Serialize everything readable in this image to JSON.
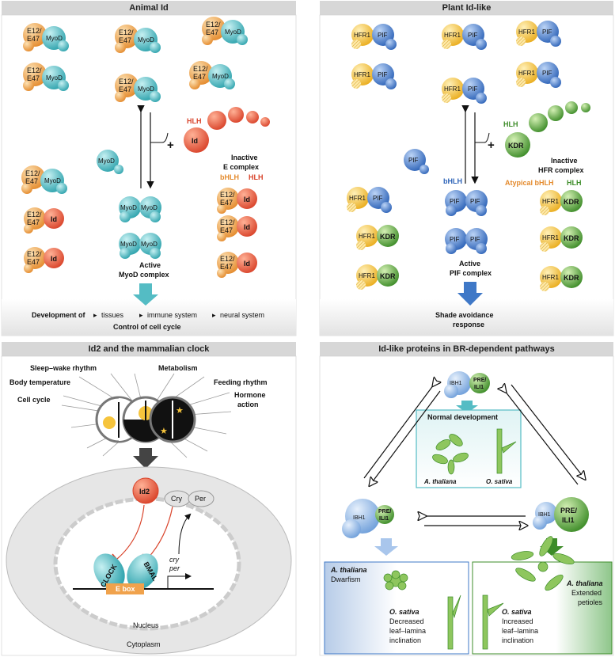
{
  "panels": {
    "animal": {
      "title": "Animal Id",
      "hlh": "HLH",
      "id": "Id",
      "plus": "+",
      "e1247": [
        "E12/",
        "E47"
      ],
      "myod": "MyoD",
      "inactive": [
        "Inactive",
        "E complex"
      ],
      "bhlh": "bHLH",
      "active": [
        "Active",
        "MyoD complex"
      ],
      "dev_prefix": "Development of",
      "dev_items": [
        "tissues",
        "immune system",
        "neural system"
      ],
      "control": "Control of cell cycle"
    },
    "plant": {
      "title": "Plant Id-like",
      "hfr1": "HFR1",
      "pif": "PIF",
      "kdr": "KDR",
      "hlh": "HLH",
      "plus": "+",
      "bhlh": "bHLH",
      "inactive": [
        "Inactive",
        "HFR complex"
      ],
      "atypical": "Atypical bHLH",
      "active": [
        "Active",
        "PIF complex"
      ],
      "response": [
        "Shade avoidance",
        "response"
      ]
    },
    "clock": {
      "title": "Id2 and the mammalian clock",
      "labels": {
        "sleep": "Sleep–wake rhythm",
        "metabolism": "Metabolism",
        "body_temp": "Body temperature",
        "feeding": "Feeding rhythm",
        "cell_cycle": "Cell cycle",
        "hormone": [
          "Hormone",
          "action"
        ]
      },
      "id2": "Id2",
      "cry": "Cry",
      "per": "Per",
      "clock_protein": "CLOCK",
      "bmal": "BMAL",
      "genes": [
        "cry",
        "per"
      ],
      "ebox": "E box",
      "nucleus": "Nucleus",
      "cytoplasm": "Cytoplasm"
    },
    "br": {
      "title": "Id-like proteins in BR-dependent pathways",
      "ibh1": "IBH1",
      "pre": [
        "PRE/",
        "ILI1"
      ],
      "normal": "Normal development",
      "a_thaliana": "A. thaliana",
      "o_sativa": "O. sativa",
      "left_box": {
        "dwarf": "Dwarfism",
        "desc": [
          "Decreased",
          "leaf–lamina",
          "inclination"
        ]
      },
      "right_box": {
        "ext": [
          "Extended",
          "petioles"
        ],
        "desc": [
          "Increased",
          "leaf–lamina",
          "inclination"
        ]
      }
    }
  },
  "colors": {
    "orange": "#f0a24c",
    "teal": "#54bcc4",
    "red": "#e05a3a",
    "blue": "#3f78c7",
    "green": "#5aa83c",
    "yellow": "#f6c43c",
    "grey_bar": "#d7d7d7"
  }
}
